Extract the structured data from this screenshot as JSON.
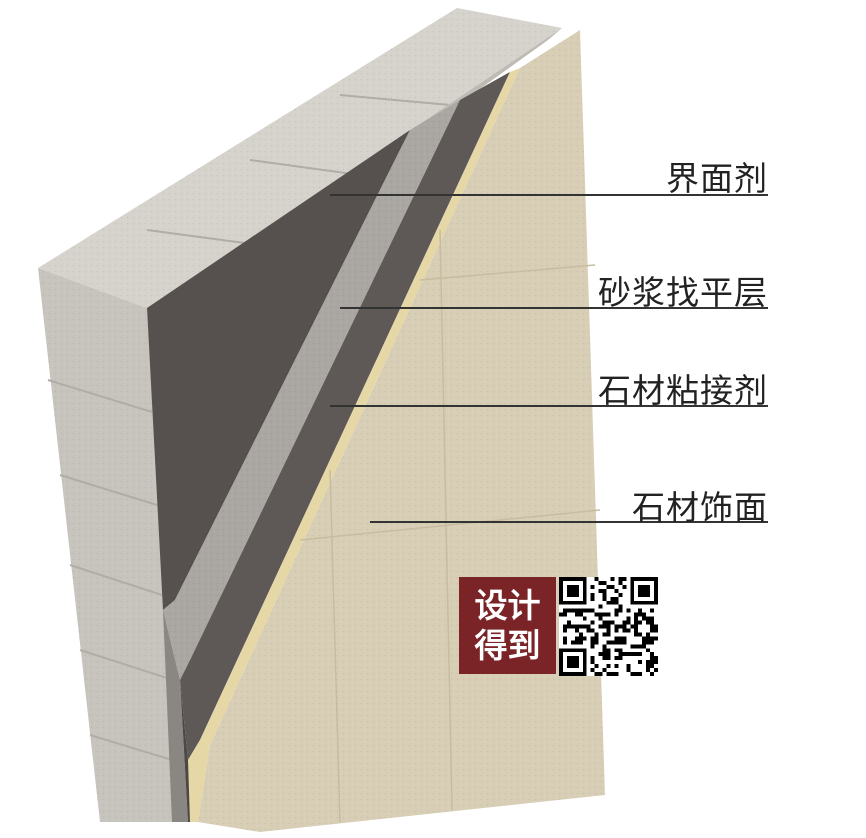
{
  "labels": [
    {
      "text": "界面剂",
      "layer": "interface-agent"
    },
    {
      "text": "砂浆找平层",
      "layer": "mortar-leveling-layer"
    },
    {
      "text": "石材粘接剂",
      "layer": "stone-adhesive"
    },
    {
      "text": "石材饰面",
      "layer": "stone-finish"
    }
  ],
  "logo": {
    "line1": "设计",
    "line2": "得到"
  },
  "colors": {
    "block_front": "#ccc9c3",
    "block_top": "#d6d3cd",
    "block_side": "#bebbb5",
    "interface_agent": "#56514f",
    "mortar": "#aaa7a2",
    "adhesive": "#5e5957",
    "stone_edge": "#e6d8a6",
    "stone_face": "#d8ceb6",
    "logo_bg": "#7a2427",
    "leader_line": "#333333"
  }
}
